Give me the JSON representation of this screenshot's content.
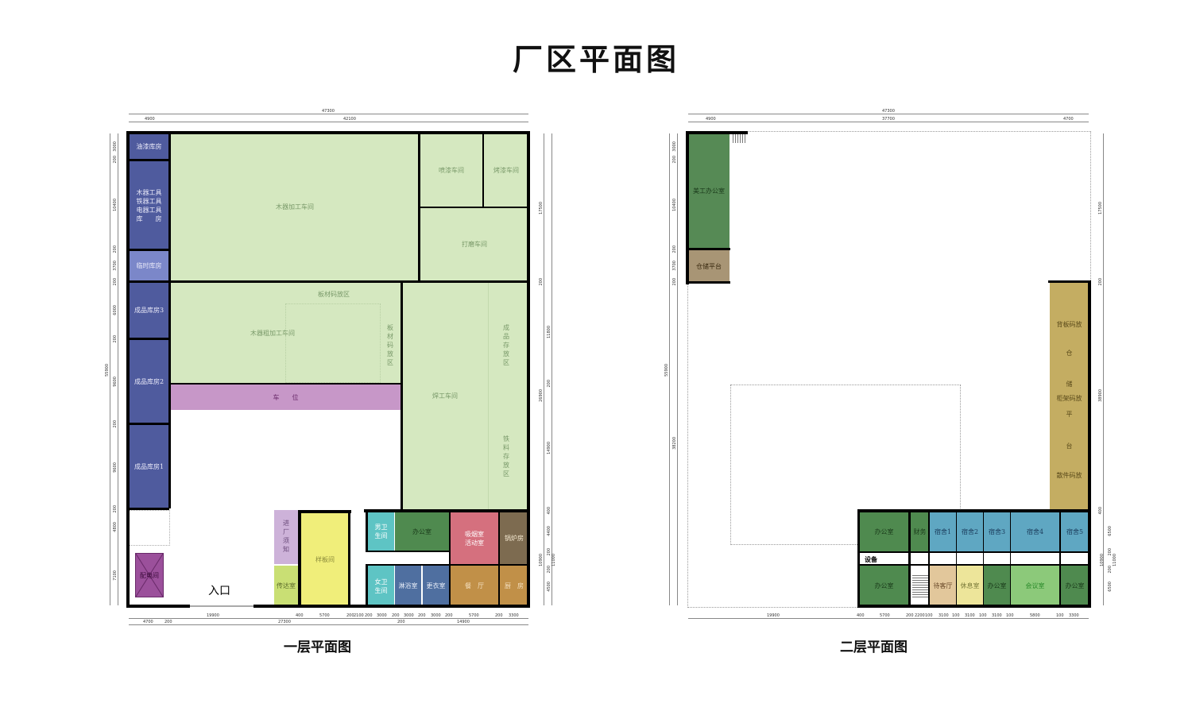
{
  "title": "厂区平面图",
  "floor1": {
    "caption": "一层平面图",
    "rooms": {
      "paint_store": "油漆库房",
      "tool_store": "木器工具\n铁器工具\n电器工具\n库　　房",
      "temp_store": "临时库房",
      "product_store3": "成品库房3",
      "product_store2": "成品库房2",
      "product_store1": "成品库房1",
      "wood_workshop": "木器加工车间",
      "spray_workshop": "喷漆车间",
      "bake_workshop": "烤漆车间",
      "polish_workshop": "打磨车间",
      "rough_workshop": "木器粗加工车间",
      "board_area_h": "板材码放区",
      "board_area_v": "板材码放区",
      "parking": "车　　位",
      "weld_workshop": "焊工车间",
      "product_area": "成品存放区",
      "iron_area": "铁料存放区",
      "notice": "进厂须知",
      "guard": "传达室",
      "sample": "样板间",
      "male_wc": "男卫\n生间",
      "office": "办公室",
      "female_wc": "女卫\n生间",
      "shower": "淋浴室",
      "locker": "更衣室",
      "smoking": "吸烟室\n活动室",
      "boiler": "锅炉房",
      "dining": "餐　厅",
      "kitchen": "厨　房",
      "power": "配电间",
      "entrance": "入口"
    },
    "dims_top": [
      "47300",
      "4900",
      "42100"
    ],
    "dims_left": [
      "3000",
      "200",
      "10400",
      "200",
      "3700",
      "200",
      "6000",
      "200",
      "9600",
      "200",
      "9600",
      "200",
      "4800",
      "7100",
      "55900"
    ],
    "dims_right": [
      "17500",
      "200",
      "11800",
      "200",
      "26900",
      "14900",
      "400",
      "4400",
      "200",
      "10900",
      "11000",
      "200",
      "4500"
    ],
    "dims_bottom1": [
      "19900",
      "400",
      "5700",
      "200",
      "2100",
      "200",
      "3000",
      "200",
      "3000",
      "200",
      "3000",
      "200",
      "5700",
      "200",
      "3300"
    ],
    "dims_bottom2": [
      "4700",
      "200",
      "27300",
      "200",
      "14900"
    ]
  },
  "floor2": {
    "caption": "二层平面图",
    "rooms": {
      "art_office": "美工办公室",
      "storage_platform": "仓储平台",
      "back_board": "背板码放",
      "cang": "仓",
      "chu": "储",
      "frame": "柜架码放",
      "ping": "平",
      "tai": "台",
      "parts": "散件码放",
      "office1": "办公室",
      "finance": "财务",
      "dorm1": "宿舍1",
      "dorm2": "宿舍2",
      "dorm3": "宿舍3",
      "dorm4": "宿舍4",
      "dorm5": "宿舍5",
      "equipment": "设备",
      "office2": "办公室",
      "reception": "待客厅",
      "lounge": "休息室",
      "office3": "办公室",
      "meeting": "会议室",
      "office4": "办公室"
    },
    "dims_top": [
      "47300",
      "4900",
      "37700",
      "4700"
    ],
    "dims_left": [
      "3000",
      "200",
      "10400",
      "200",
      "3700",
      "200",
      "55900",
      "38200"
    ],
    "dims_right": [
      "17500",
      "200",
      "38900",
      "400",
      "6500",
      "200",
      "10900",
      "11000",
      "200",
      "6500"
    ],
    "dims_bottom1": [
      "19900",
      "400",
      "5700",
      "200",
      "2200",
      "100",
      "3100",
      "100",
      "3100",
      "100",
      "3100",
      "100",
      "5800",
      "100",
      "3300"
    ]
  },
  "colors": {
    "workshop": "#d5e8c0",
    "store": "#4f5b9e",
    "temp": "#7b87c9",
    "parking": "#c797c8",
    "office": "#4f8a4f",
    "dorm": "#5fa7c2",
    "tan": "#c4ad62"
  }
}
